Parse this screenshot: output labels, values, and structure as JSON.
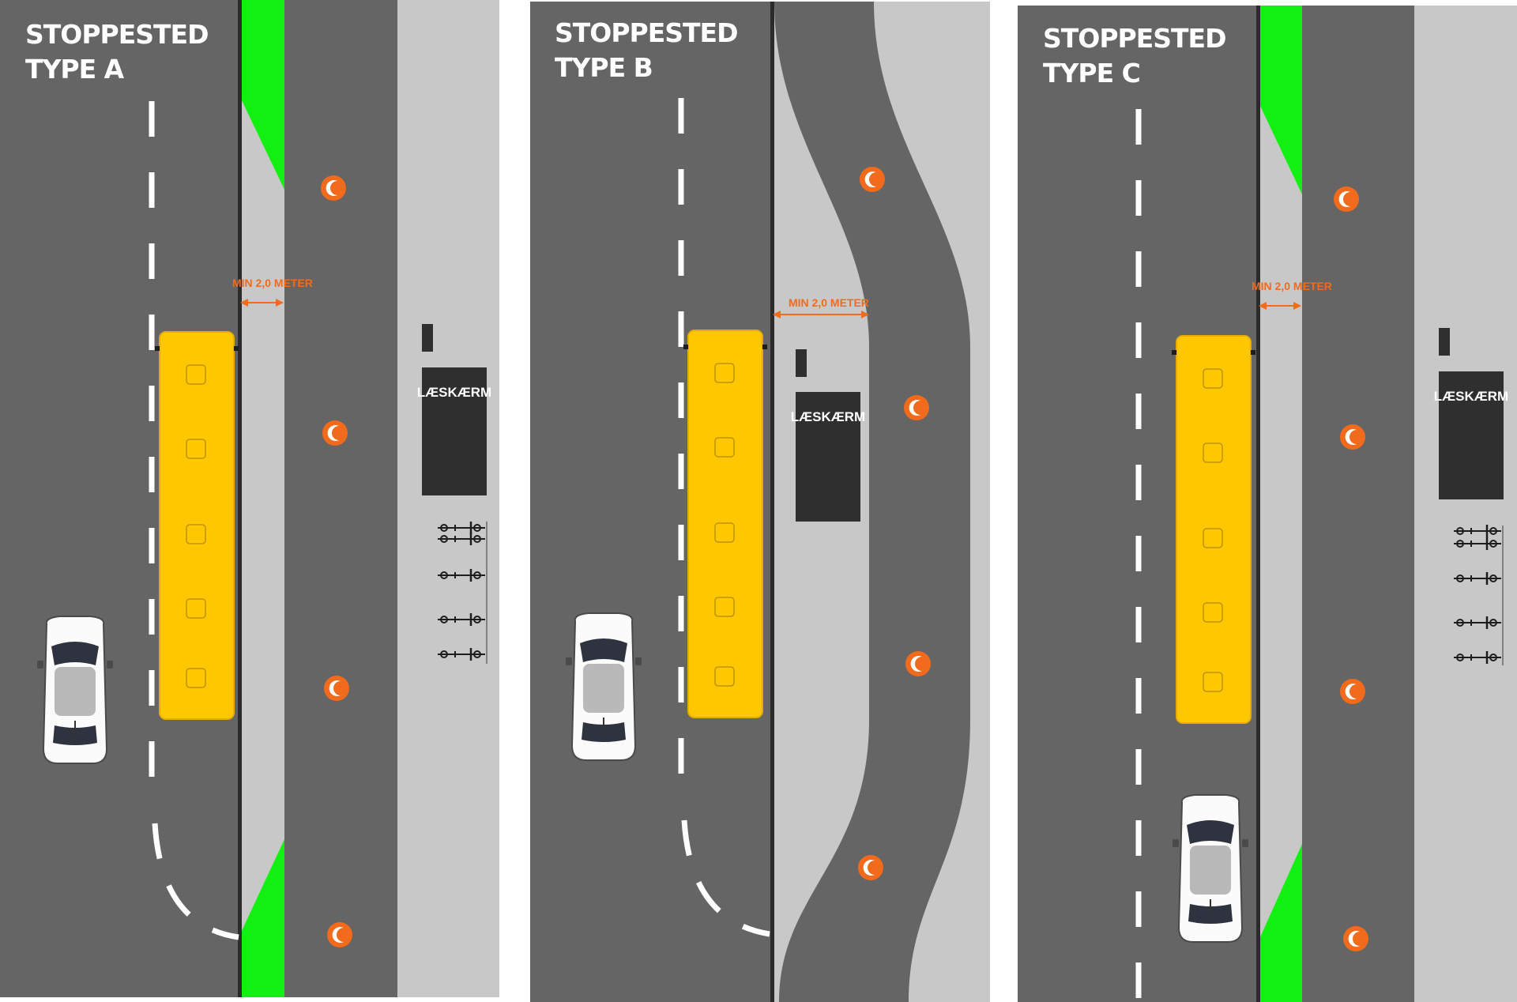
{
  "colors": {
    "road": "#656565",
    "sidewalk": "#c8c8c8",
    "curb": "#2b2b2b",
    "green_hatch": "#12f012",
    "bus": "#ffc700",
    "bus_outline": "#e0a800",
    "shelter": "#2f2f2f",
    "accent_orange": "#f26a1b",
    "marking": "#ffffff"
  },
  "panels": [
    {
      "id": "a",
      "title_line1": "STOPPESTED",
      "title_line2": "TYPE A",
      "dimension_label": "MIN 2,0 METER",
      "shelter_label": "LÆSKÆRM"
    },
    {
      "id": "b",
      "title_line1": "STOPPESTED",
      "title_line2": "TYPE B",
      "dimension_label": "MIN 2,0 METER",
      "shelter_label": "LÆSKÆRM"
    },
    {
      "id": "c",
      "title_line1": "STOPPESTED",
      "title_line2": "TYPE C",
      "dimension_label": "MIN 2,0 METER",
      "shelter_label": "LÆSKÆRM"
    }
  ],
  "icons": {
    "bollard": "bollard-icon",
    "bicycle": "bicycle-icon",
    "car": "car-icon",
    "bus": "bus-icon",
    "ticket_machine": "ticket-machine-icon"
  }
}
